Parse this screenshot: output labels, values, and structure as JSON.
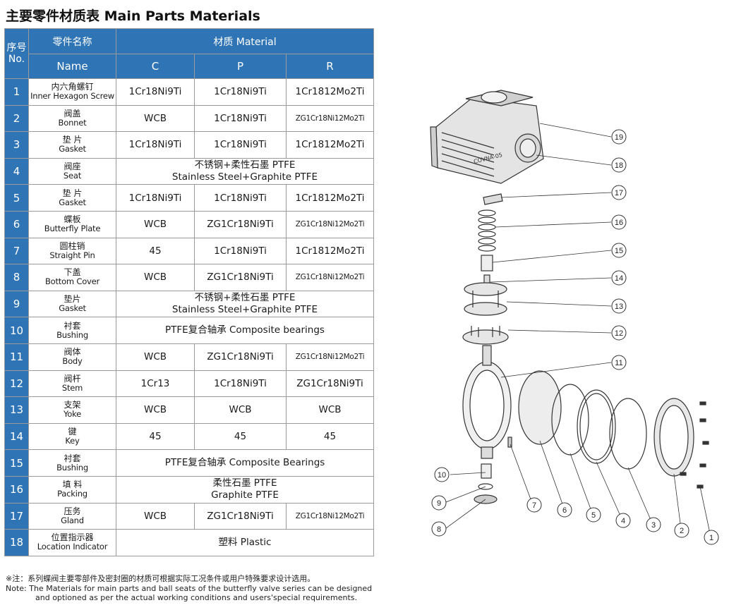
{
  "title": "主要零件材质表 Main Parts Materials",
  "header": {
    "no_zh": "序号",
    "no_en": "No.",
    "name_zh": "零件名称",
    "name_en": "Name",
    "material": "材质 Material",
    "col_c": "C",
    "col_p": "P",
    "col_r": "R"
  },
  "rows": [
    {
      "no": "1",
      "zh": "内六角螺钉",
      "en": "Inner Hexagon Screw",
      "c": "1Cr18Ni9Ti",
      "p": "1Cr18Ni9Ti",
      "r": "1Cr1812Mo2Ti"
    },
    {
      "no": "2",
      "zh": "阀盖",
      "en": "Bonnet",
      "c": "WCB",
      "p": "1Cr18Ni9Ti",
      "r": "ZG1Cr18Ni12Mo2Ti"
    },
    {
      "no": "3",
      "zh": "垫 片",
      "en": "Gasket",
      "c": "1Cr18Ni9Ti",
      "p": "1Cr18Ni9Ti",
      "r": "1Cr1812Mo2Ti"
    },
    {
      "no": "4",
      "zh": "阀座",
      "en": "Seat",
      "span1": "不锈钢+柔性石墨 PTFE",
      "span2": "Stainless Steel+Graphite PTFE"
    },
    {
      "no": "5",
      "zh": "垫 片",
      "en": "Gasket",
      "c": "1Cr18Ni9Ti",
      "p": "1Cr18Ni9Ti",
      "r": "1Cr1812Mo2Ti"
    },
    {
      "no": "6",
      "zh": "蝶板",
      "en": "Butterfly Plate",
      "c": "WCB",
      "p": "ZG1Cr18Ni9Ti",
      "r": "ZG1Cr18Ni12Mo2Ti"
    },
    {
      "no": "7",
      "zh": "圆柱销",
      "en": "Straight Pin",
      "c": "45",
      "p": "1Cr18Ni9Ti",
      "r": "1Cr1812Mo2Ti"
    },
    {
      "no": "8",
      "zh": "下盖",
      "en": "Bottom Cover",
      "c": "WCB",
      "p": "ZG1Cr18Ni9Ti",
      "r": "ZG1Cr18Ni12Mo2Ti"
    },
    {
      "no": "9",
      "zh": "垫片",
      "en": "Gasket",
      "span1": "不锈钢+柔性石墨 PTFE",
      "span2": "Stainless Steel+Graphite PTFE"
    },
    {
      "no": "10",
      "zh": "衬套",
      "en": "Bushing",
      "span1": "PTFE复合轴承 Composite bearings",
      "span2": ""
    },
    {
      "no": "11",
      "zh": "阀体",
      "en": "Body",
      "c": "WCB",
      "p": "ZG1Cr18Ni9Ti",
      "r": "ZG1Cr18Ni12Mo2Ti"
    },
    {
      "no": "12",
      "zh": "阀杆",
      "en": "Stem",
      "c": "1Cr13",
      "p": "1Cr18Ni9Ti",
      "r": "ZG1Cr18Ni9Ti"
    },
    {
      "no": "13",
      "zh": "支架",
      "en": "Yoke",
      "c": "WCB",
      "p": "WCB",
      "r": "WCB"
    },
    {
      "no": "14",
      "zh": "键",
      "en": "Key",
      "c": "45",
      "p": "45",
      "r": "45"
    },
    {
      "no": "15",
      "zh": "衬套",
      "en": "Bushing",
      "span1": "PTFE复合轴承 Composite Bearings",
      "span2": ""
    },
    {
      "no": "16",
      "zh": "填 料",
      "en": "Packing",
      "span1": "柔性石墨 PTFE",
      "span2": "Graphite PTFE"
    },
    {
      "no": "17",
      "zh": "压务",
      "en": "Gland",
      "c": "WCB",
      "p": "ZG1Cr18Ni9Ti",
      "r": "ZG1Cr18Ni12Mo2Ti"
    },
    {
      "no": "18",
      "zh": "位置指示器",
      "en": "Location Indicator",
      "span1": "塑料 Plastic",
      "span2": ""
    }
  ],
  "notes": {
    "zh": "※注：系列蝶阀主要零部件及密封圈的材质可根据实际工况条件或用户特殊要求设计选用。",
    "en1": "Note:  The Materials for main parts and ball seats of the butterfly valve series can be designed",
    "en2": "and optioned as per the actual working conditions and users'special requirements."
  },
  "diagram": {
    "brand": "COVNA-05",
    "callouts": [
      "1",
      "2",
      "3",
      "4",
      "5",
      "6",
      "7",
      "8",
      "9",
      "10",
      "11",
      "12",
      "13",
      "14",
      "15",
      "16",
      "17",
      "18",
      "19"
    ]
  }
}
